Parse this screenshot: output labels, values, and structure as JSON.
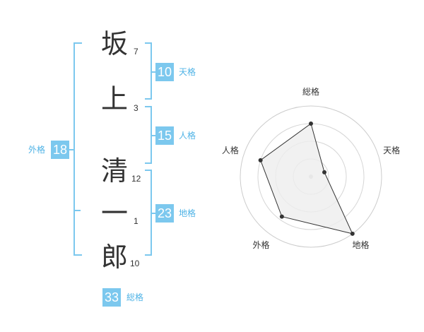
{
  "name": {
    "chars": [
      {
        "char": "坂",
        "strokes": "7"
      },
      {
        "char": "上",
        "strokes": "3"
      },
      {
        "char": "清",
        "strokes": "12"
      },
      {
        "char": "一",
        "strokes": "1"
      },
      {
        "char": "郎",
        "strokes": "10"
      }
    ]
  },
  "fortunes": {
    "tenkaku": {
      "value": "10",
      "label": "天格"
    },
    "jinkaku": {
      "value": "15",
      "label": "人格"
    },
    "chikaku": {
      "value": "23",
      "label": "地格"
    },
    "gaikaku": {
      "value": "18",
      "label": "外格"
    },
    "soukaku": {
      "value": "33",
      "label": "総格"
    }
  },
  "colors": {
    "accent": "#7cc8ee",
    "accent_text": "#4fb3e6",
    "radar_fill": "#eeeeee"
  },
  "chart_data": {
    "type": "radar",
    "axes": [
      "総格",
      "天格",
      "地格",
      "外格",
      "人格"
    ],
    "values": [
      0.75,
      0.2,
      1.0,
      0.7,
      0.75
    ],
    "ticks": 4,
    "max": 1
  }
}
